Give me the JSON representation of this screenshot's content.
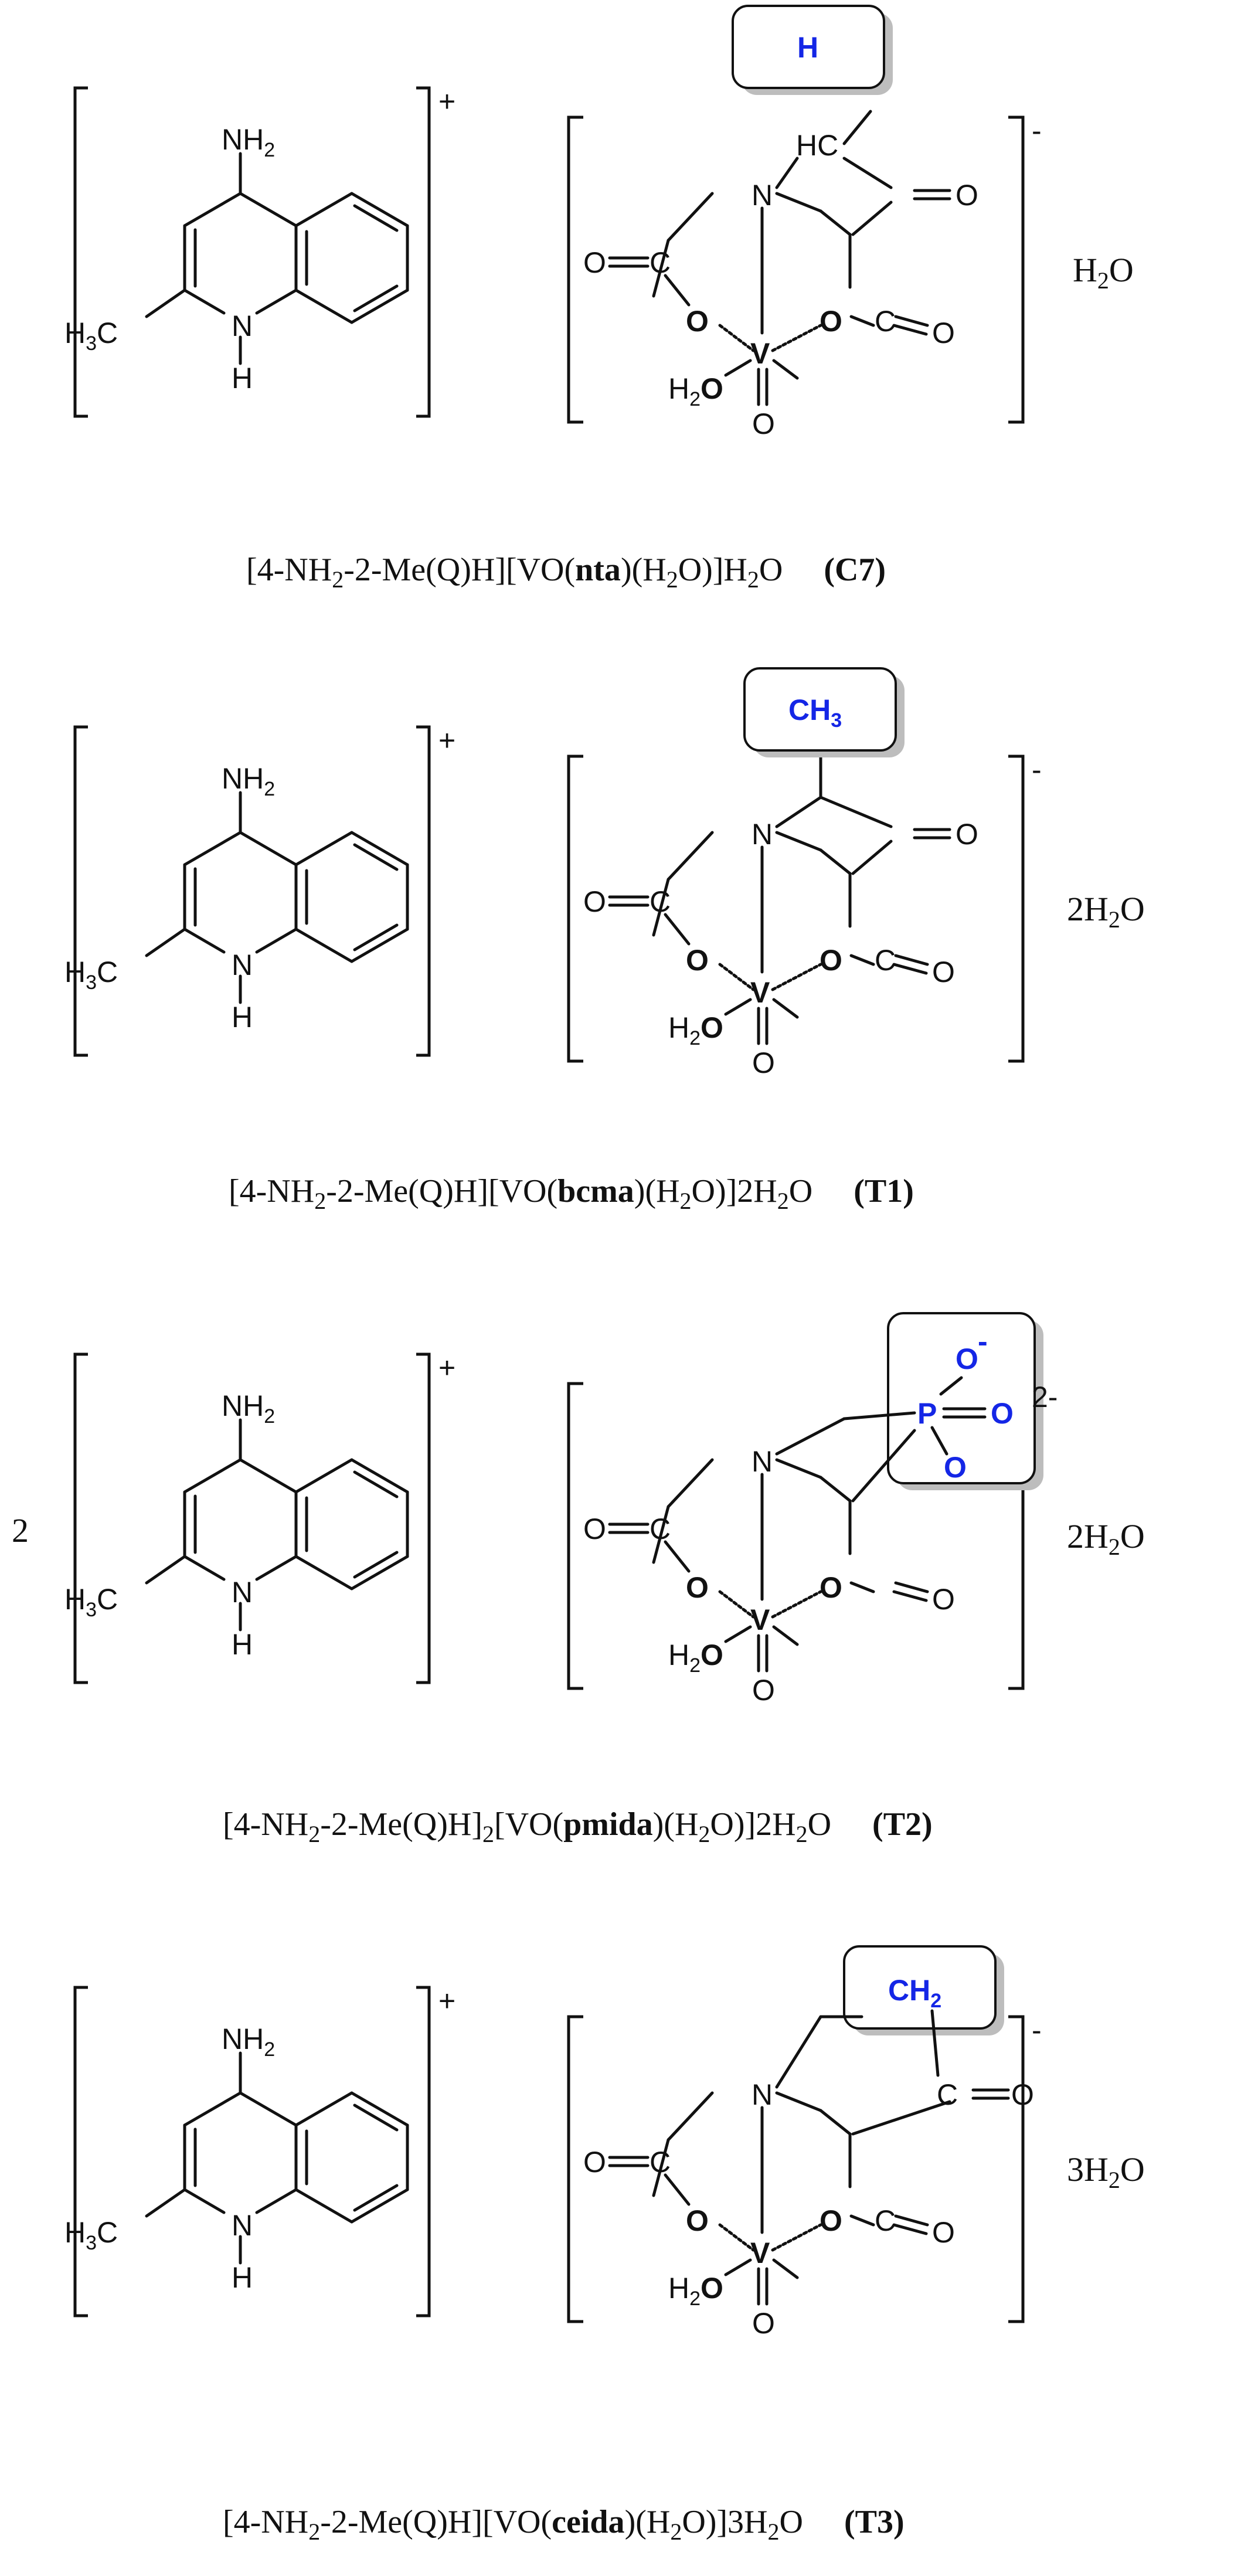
{
  "colors": {
    "ink": "#111111",
    "highlight_text": "#1426e6",
    "box_shadow": "#bdbdbd"
  },
  "atoms": {
    "amine": "NH",
    "sub2": "2",
    "methyl": "H",
    "methyl_c": "C",
    "sub3": "3",
    "ring_n": "N",
    "ring_h": "H",
    "amine_n": "N",
    "o": "O",
    "c": "C",
    "v": "V",
    "water": "H",
    "water_o": "O",
    "hc": "HC",
    "p": "P",
    "minus": "-"
  },
  "compounds": [
    {
      "cation_charge": "+",
      "anion_charge": "-",
      "prefix": "",
      "highlight": {
        "main": "H",
        "sub": ""
      },
      "solvate": {
        "count": "",
        "h": "H",
        "sub": "2",
        "o": "O"
      },
      "caption": {
        "a": "[4-NH",
        "b": "2",
        "c": "-2-Me(Q)H][VO(",
        "ligand": "nta",
        "d": ")(H",
        "e": "2",
        "f": "O)]H",
        "g": "2",
        "h": "O",
        "label": "(C7)"
      }
    },
    {
      "cation_charge": "+",
      "anion_charge": "-",
      "prefix": "",
      "highlight": {
        "main": "CH",
        "sub": "3"
      },
      "solvate": {
        "count": "2",
        "h": "H",
        "sub": "2",
        "o": "O"
      },
      "caption": {
        "a": "[4-NH",
        "b": "2",
        "c": "-2-Me(Q)H][VO(",
        "ligand": "bcma",
        "d": ")(H",
        "e": "2",
        "f": "O)]2H",
        "g": "2",
        "h": "O",
        "label": "(T1)"
      }
    },
    {
      "cation_charge": "+",
      "anion_charge": "2-",
      "prefix": "2",
      "highlight": {
        "main": "P",
        "sub": ""
      },
      "solvate": {
        "count": "2",
        "h": "H",
        "sub": "2",
        "o": "O"
      },
      "caption": {
        "a": "[4-NH",
        "b": "2",
        "c": "-2-Me(Q)H]",
        "c2": "2",
        "c3": "[VO(",
        "ligand": "pmida",
        "d": ")(H",
        "e": "2",
        "f": "O)]2H",
        "g": "2",
        "h": "O",
        "label": "(T2)"
      }
    },
    {
      "cation_charge": "+",
      "anion_charge": "-",
      "prefix": "",
      "highlight": {
        "main": "CH",
        "sub": "2"
      },
      "solvate": {
        "count": "3",
        "h": "H",
        "sub": "2",
        "o": "O"
      },
      "caption": {
        "a": "[4-NH",
        "b": "2",
        "c": "-2-Me(Q)H][VO(",
        "ligand": "ceida",
        "d": ")(H",
        "e": "2",
        "f": "O)]3H",
        "g": "2",
        "h": "O",
        "label": "(T3)"
      }
    }
  ]
}
